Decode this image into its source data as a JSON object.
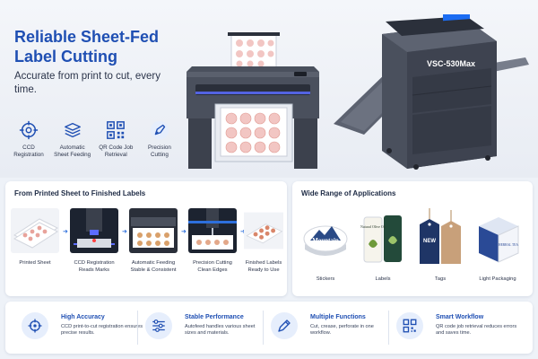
{
  "hero": {
    "title": "Reliable Sheet-Fed Label Cutting",
    "subtitle": "Accurate from print to cut, every time.",
    "machine_model": "VSC-530Max",
    "features": [
      {
        "label": "CCD Registration",
        "icon": "target-icon"
      },
      {
        "label": "Automatic Sheet Feeding",
        "icon": "stacked-sheets-icon"
      },
      {
        "label": "QR Code Job Retrieval",
        "icon": "qr-code-icon"
      },
      {
        "label": "Precision Cutting",
        "icon": "blade-icon"
      }
    ]
  },
  "process": {
    "title": "From Printed Sheet to Finished Labels",
    "steps": [
      {
        "label": "Printed Sheet"
      },
      {
        "label": "CCD Registration Reads Marks"
      },
      {
        "label": "Automatic Feeding Stable & Consistent"
      },
      {
        "label": "Precision Cutting Clean Edges"
      },
      {
        "label": "Finished Labels Ready to Use"
      }
    ]
  },
  "applications": {
    "title": "Wide Range of Applications",
    "items": [
      {
        "label": "Stickers",
        "art_text": "Mountain"
      },
      {
        "label": "Labels",
        "art_text": "Natural Olive Oil"
      },
      {
        "label": "Tags",
        "art_text": "NEW"
      },
      {
        "label": "Light Packaging",
        "art_text": "HERBAL TEA"
      }
    ]
  },
  "benefits": [
    {
      "title": "High Accuracy",
      "text": "CCD print-to-cut registration ensures precise results.",
      "icon": "crosshair-icon"
    },
    {
      "title": "Stable Performance",
      "text": "Autofeed handles various sheet sizes and materials.",
      "icon": "sliders-icon"
    },
    {
      "title": "Multiple Functions",
      "text": "Cut, crease, perforate in one workflow.",
      "icon": "pen-icon"
    },
    {
      "title": "Smart Workflow",
      "text": "QR code job retrieval reduces errors and saves time.",
      "icon": "qr-code-icon"
    }
  ],
  "colors": {
    "accent": "#1f4fb3",
    "accent_light": "#2d6fdc",
    "machine_dark": "#3b4150",
    "panel_bg": "#ffffff",
    "page_bg": "#eef2f8"
  }
}
